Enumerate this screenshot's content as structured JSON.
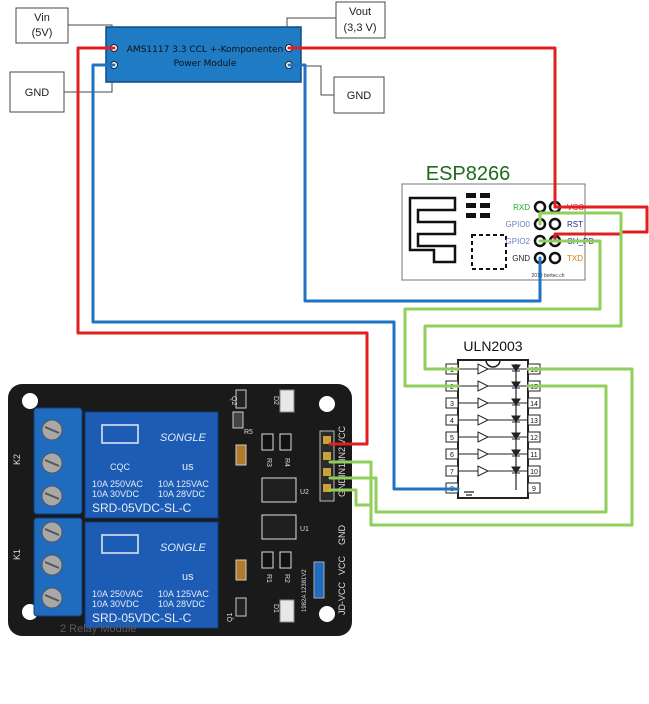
{
  "power_module": {
    "name_line1": "AMS1117 3.3 CCL +-Komponenten",
    "name_line2": "Power Module"
  },
  "callouts": {
    "vin_line1": "Vin",
    "vin_line2": "(5V)",
    "vout_line1": "Vout",
    "vout_line2": "(3,3 V)",
    "gnd_left": "GND",
    "gnd_right": "GND"
  },
  "esp": {
    "title": "ESP8266",
    "pins_left": [
      "RXD",
      "GPIO0",
      "GPIO2",
      "GND"
    ],
    "pins_right": [
      "VCC",
      "RST",
      "CH_PD",
      "TXD"
    ],
    "footer": "2019 bortec.ch",
    "colors": {
      "rxd": "#22aa22",
      "gpio": "#6a7fc0",
      "gnd": "#222222",
      "vcc": "#dd2222",
      "rst": "#1a2f9a",
      "ch_pd": "#1a2f9a",
      "txd": "#e07810"
    }
  },
  "uln": {
    "title": "ULN2003",
    "pins_left": [
      "1",
      "2",
      "3",
      "4",
      "5",
      "6",
      "7",
      "8"
    ],
    "pins_right": [
      "16",
      "15",
      "14",
      "13",
      "12",
      "11",
      "10",
      "9"
    ]
  },
  "relay": {
    "header_pins": [
      "VCC",
      "IN2",
      "IN1",
      "GND"
    ],
    "right_labels": [
      "GND",
      "VCC",
      "JD-VCC"
    ],
    "relay_brand": "SONGLE",
    "relay_ratings": [
      "10A 250VAC",
      "10A 30VDC",
      "10A 125VAC",
      "10A 28VDC"
    ],
    "relay_model": "SRD-05VDC-SL-C",
    "board_label": "2 Relay Module",
    "ul_mark": "us",
    "cqc_mark": "CQC",
    "silk": [
      "K2",
      "K1",
      "Q2",
      "Q1",
      "D2",
      "D1",
      "R3",
      "R4",
      "R1",
      "R2",
      "R5",
      "U2",
      "U1"
    ],
    "jumper_code": "1982A 12381V2"
  },
  "wire_colors": {
    "red": "#e01f1f",
    "blue": "#1f73c0",
    "green": "#8fcf5a"
  }
}
